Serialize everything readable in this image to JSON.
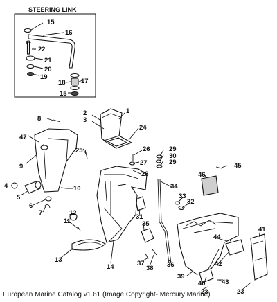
{
  "inset": {
    "title": "STEERING LINK",
    "labels": [
      "15",
      "16",
      "22",
      "21",
      "20",
      "19",
      "18",
      "17",
      "15"
    ]
  },
  "labels": [
    "1",
    "2",
    "3",
    "24",
    "8",
    "47",
    "9",
    "25",
    "26",
    "27",
    "28",
    "29",
    "30",
    "29",
    "46",
    "45",
    "4",
    "5",
    "6",
    "7",
    "10",
    "12",
    "11",
    "13",
    "14",
    "31",
    "35",
    "37",
    "38",
    "34",
    "33",
    "32",
    "36",
    "41",
    "44",
    "39",
    "42",
    "40",
    "43",
    "23",
    "23"
  ],
  "caption": "European Marine Catalog v1.61 (Image Copyright- Mercury Marine)"
}
